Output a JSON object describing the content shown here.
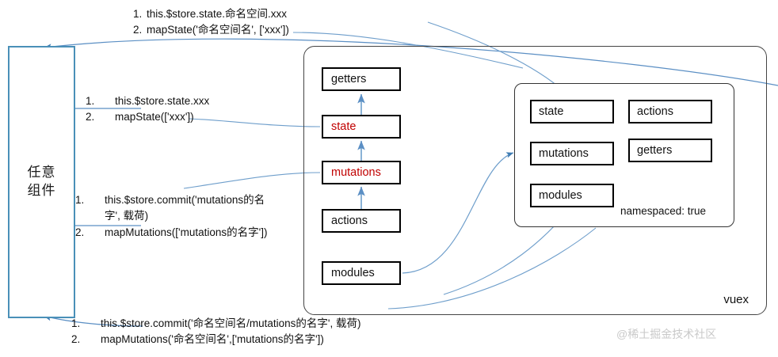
{
  "diagram": {
    "title": "Vuex architecture diagram",
    "colors": {
      "component_border": "#4a90b8",
      "core_border": "#000000",
      "highlight_text": "#c00000",
      "arrow": "#4a7fb5",
      "container_border": "#444444",
      "watermark": "#c9c9c9"
    }
  },
  "component": {
    "label_line1": "任意",
    "label_line2": "组件"
  },
  "notes": {
    "top": {
      "items": [
        {
          "num": "1.",
          "text": "this.$store.state.命名空间.xxx"
        },
        {
          "num": "2.",
          "text": "mapState('命名空间名', ['xxx'])"
        }
      ]
    },
    "state": {
      "items": [
        {
          "num": "1.",
          "text": "this.$store.state.xxx"
        },
        {
          "num": "2.",
          "text": "mapState(['xxx'])"
        }
      ]
    },
    "mutations": {
      "items": [
        {
          "num": "1.",
          "text": "this.$store.commit('mutations的名字', 载荷)"
        },
        {
          "num": "2.",
          "text": "mapMutations(['mutations的名字'])"
        }
      ]
    },
    "bottom": {
      "items": [
        {
          "num": "1.",
          "text": "this.$store.commit('命名空间名/mutations的名字', 载荷)"
        },
        {
          "num": "2.",
          "text": "mapMutations('命名空间名',['mutations的名字'])"
        }
      ]
    }
  },
  "vuex": {
    "label": "vuex",
    "core": [
      {
        "id": "getters",
        "label": "getters",
        "highlight": false
      },
      {
        "id": "state",
        "label": "state",
        "highlight": true
      },
      {
        "id": "mutations",
        "label": "mutations",
        "highlight": true
      },
      {
        "id": "actions",
        "label": "actions",
        "highlight": false
      },
      {
        "id": "modules",
        "label": "modules",
        "highlight": false
      }
    ]
  },
  "namespaced_module": {
    "boxes": [
      {
        "id": "state",
        "label": "state"
      },
      {
        "id": "actions",
        "label": "actions"
      },
      {
        "id": "mutations",
        "label": "mutations"
      },
      {
        "id": "getters",
        "label": "getters"
      },
      {
        "id": "modules",
        "label": "modules"
      }
    ],
    "flag": "namespaced: true"
  },
  "watermark": {
    "text": "@稀土掘金技术社区"
  }
}
